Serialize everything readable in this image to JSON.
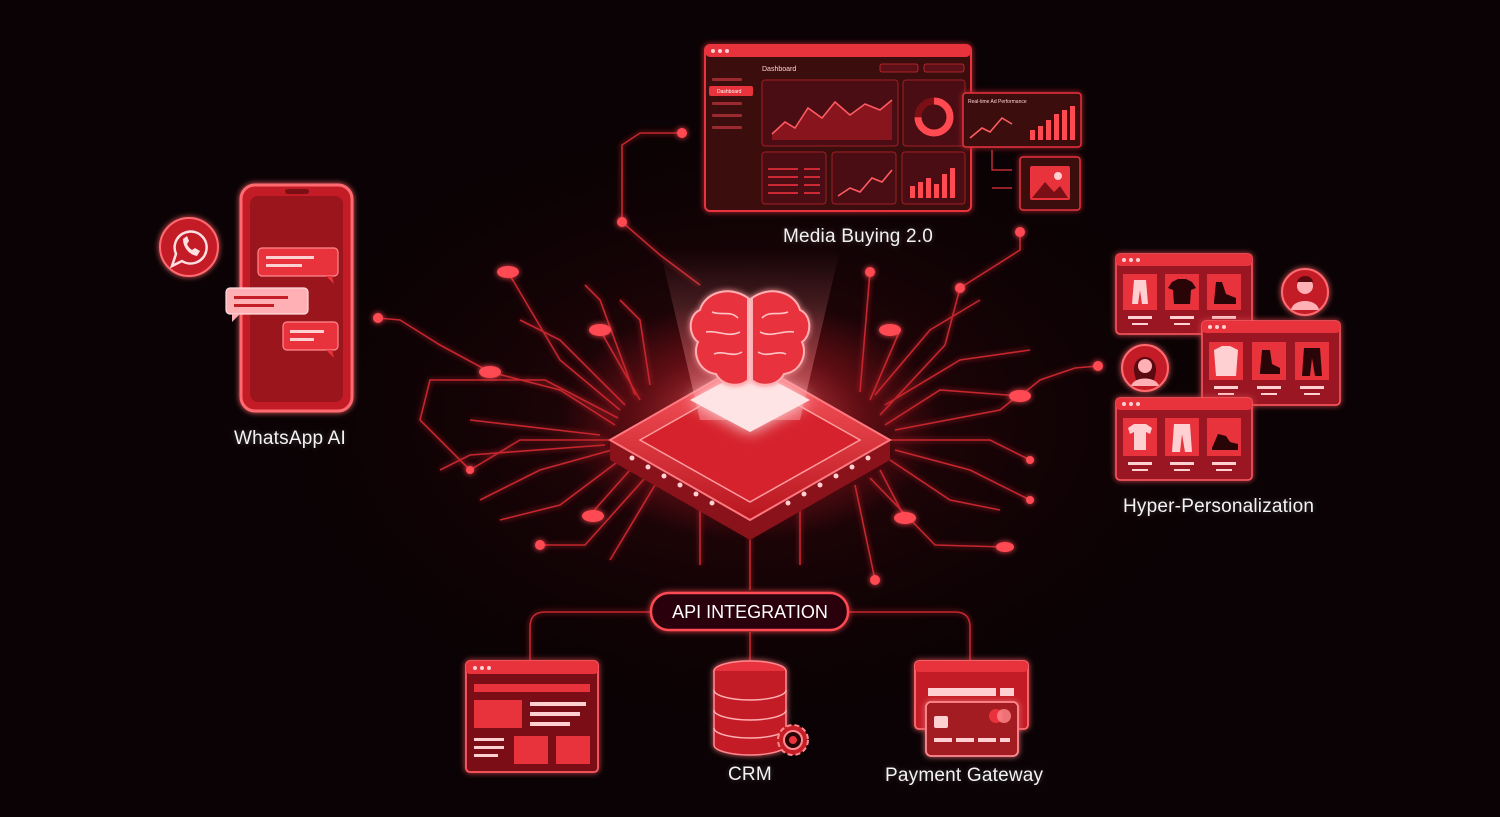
{
  "labels": {
    "media_buying": "Media Buying 2.0",
    "whatsapp": "WhatsApp AI",
    "hyper": "Hyper-Personalization",
    "api": "API INTEGRATION",
    "crm": "CRM",
    "payment": "Payment Gateway"
  },
  "dashboard": {
    "title": "Dashboard",
    "nav_active": "Dashboard",
    "panel_perf": "Real-time Ad Performance"
  },
  "colors": {
    "accent": "#e8323c",
    "accent_dark": "#7a1016",
    "background": "#0a0204"
  },
  "icons": [
    "brain-icon",
    "whatsapp-icon",
    "database-icon",
    "gear-icon",
    "credit-card-icon",
    "image-icon",
    "user-avatar-icon",
    "shirt-icon",
    "pants-icon",
    "shoe-icon"
  ]
}
